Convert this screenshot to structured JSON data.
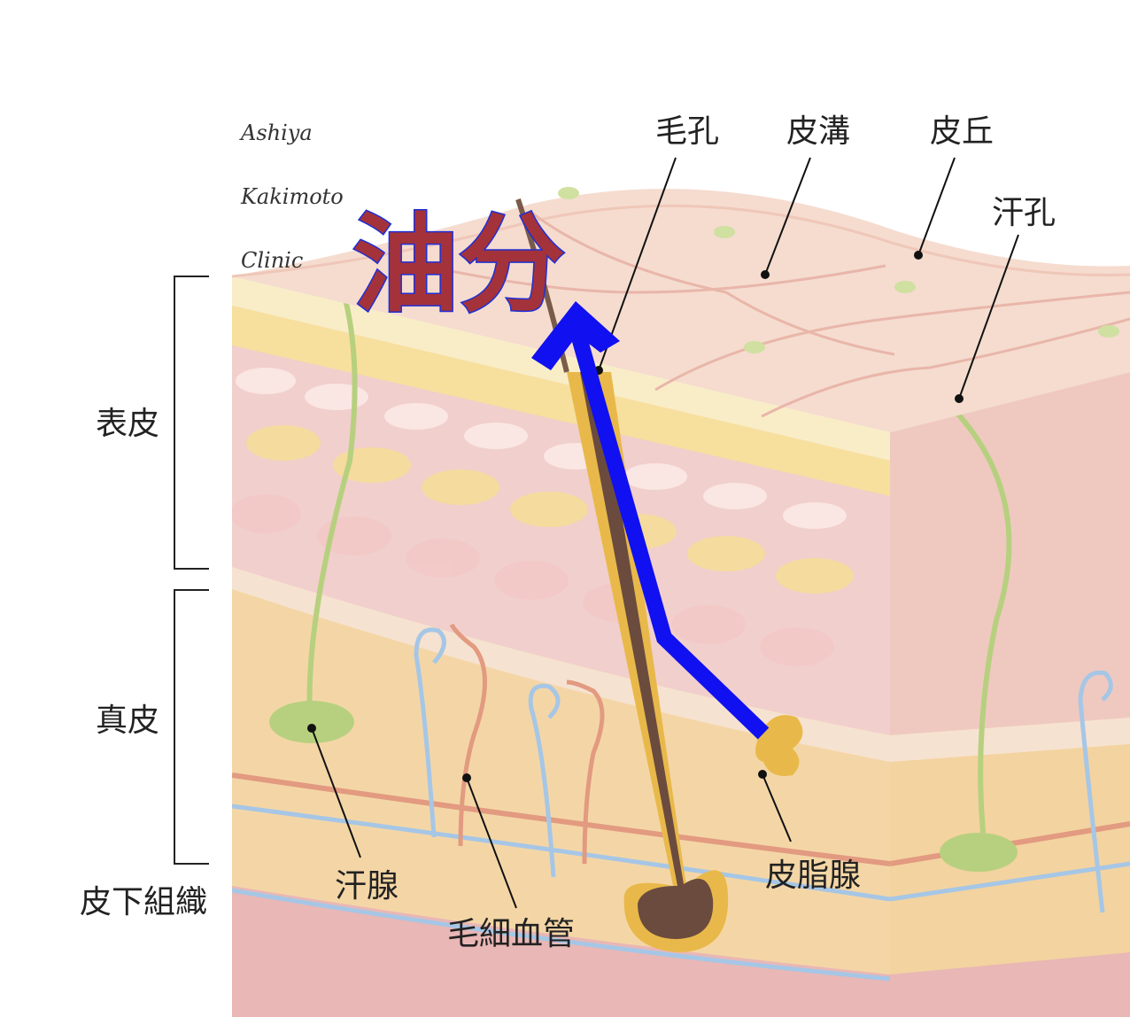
{
  "labels": {
    "pore": "毛孔",
    "skin_groove": "皮溝",
    "skin_hill": "皮丘",
    "sweat_pore": "汗孔",
    "epidermis": "表皮",
    "dermis": "真皮",
    "subcutaneous": "皮下組織",
    "sweat_gland": "汗腺",
    "capillary": "毛細血管",
    "sebaceous_gland": "皮脂腺",
    "sebum": "油分"
  },
  "logo": {
    "line1": "Ashiya",
    "line2": "Kakimoto",
    "line3": "Clinic"
  },
  "colors": {
    "arrow": "#1010f0",
    "sebum_text": "#a3323a",
    "sebum_outline": "#1f2fd6",
    "skin_surface": "#f5dccf",
    "dermis": "#f4d6a6",
    "subcutaneous": "#e9b7b5",
    "sweat_gland": "#a8c777",
    "hair_follicle": "#e8b94a",
    "hair": "#6b4b3e"
  }
}
